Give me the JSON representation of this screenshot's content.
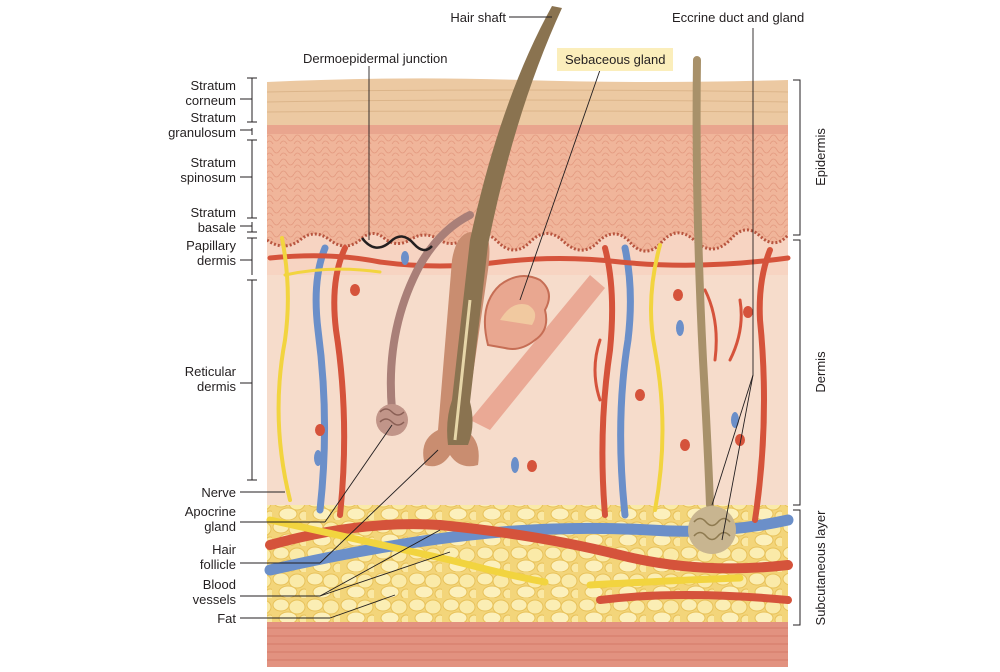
{
  "labels": {
    "hair_shaft": "Hair shaft",
    "eccrine_duct": "Eccrine duct and gland",
    "dermoepidermal_junction": "Dermoepidermal junction",
    "sebaceous_gland": "Sebaceous gland",
    "stratum_corneum": [
      "Stratum",
      "corneum"
    ],
    "stratum_granulosum": [
      "Stratum",
      "granulosum"
    ],
    "stratum_spinosum": [
      "Stratum",
      "spinosum"
    ],
    "stratum_basale": [
      "Stratum",
      "basale"
    ],
    "papillary_dermis": [
      "Papillary",
      "dermis"
    ],
    "reticular_dermis": [
      "Reticular",
      "dermis"
    ],
    "nerve": "Nerve",
    "apocrine_gland": [
      "Apocrine",
      "gland"
    ],
    "hair_follicle": [
      "Hair",
      "follicle"
    ],
    "blood_vessels": [
      "Blood",
      "vessels"
    ],
    "fat": "Fat",
    "epidermis": "Epidermis",
    "dermis": "Dermis",
    "subcutaneous_layer": "Subcutaneous layer"
  },
  "colors": {
    "corneum": "#ecc9a2",
    "epidermis": "#f0b59a",
    "dermis": "#f6dccb",
    "fat": "#f8e5a0",
    "muscle": "#e08f7e",
    "artery": "#d5533b",
    "vein": "#6b8fc9",
    "nerve": "#f2d43f",
    "hair": "#8a7350",
    "leader": "#231f20",
    "highlight": "#fbeebb"
  }
}
